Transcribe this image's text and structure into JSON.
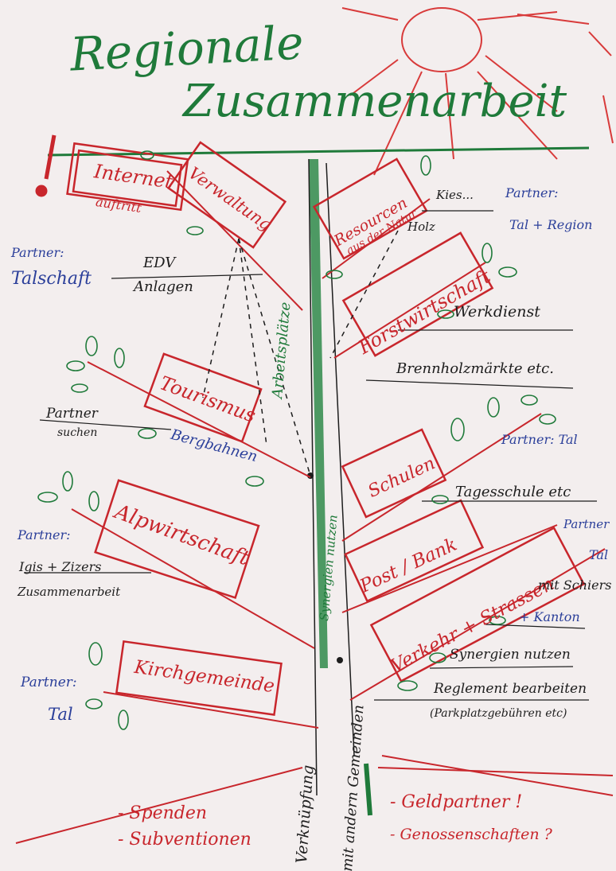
{
  "title": {
    "line1": "Regionale",
    "line2": "Zusammenarbeit"
  },
  "trunk": {
    "arbeitsplaetze": "Arbeitsplätze",
    "synergien": "Synergien nutzen",
    "verknuepfung": "Verknüpfung",
    "gemeinden": "mit andern Gemeinden"
  },
  "left_branches": {
    "internet": "Internet",
    "auftritt": "auftritt",
    "verwaltung": "Verwaltung",
    "partner_talschaft_label": "Partner:",
    "partner_talschaft_value": "Talschaft",
    "edv": "EDV",
    "anlagen": "Anlagen",
    "tourismus": "Tourismus",
    "partner_suchen_1": "Partner",
    "partner_suchen_2": "suchen",
    "bergbahnen": "Bergbahnen",
    "alpwirtschaft": "Alpwirtschaft",
    "partner_igis_label": "Partner:",
    "igis": "Igis + Zizers",
    "zusammenarbeit": "Zusammenarbeit",
    "kirchgemeinde": "Kirchgemeinde",
    "partner_tal_label": "Partner:",
    "partner_tal_value": "Tal"
  },
  "right_branches": {
    "resourcen": "Resourcen",
    "aus_der_natur": "aus der Natur",
    "kies": "Kies...",
    "holz": "Holz",
    "partner_region_label": "Partner:",
    "partner_region_value": "Tal + Region",
    "forstwirtschaft": "Forstwirtschaft",
    "werkdienst": "Werkdienst",
    "brennholz": "Brennholzmärkte etc.",
    "partner_tal2": "Partner: Tal",
    "schulen": "Schulen",
    "tagesschule": "Tagesschule etc",
    "post_bank": "Post / Bank",
    "partner_tal3_label": "Partner",
    "partner_tal3_value": "Tal",
    "verkehr": "Verkehr + Strassen",
    "mit_schiers": "mit Schiers",
    "kanton": "+ Kanton",
    "synergien_nutzen": "Synergien nutzen",
    "reglement": "Reglement bearbeiten",
    "parkplatz": "(Parkplatzgebühren etc)"
  },
  "roots": {
    "spenden": "- Spenden",
    "subventionen": "- Subventionen",
    "geldpartner": "- Geldpartner !",
    "genossenschaften": "- Genossenschaften ?"
  },
  "colors": {
    "paper": "#f3eeee",
    "green": "#1f7a3a",
    "red": "#c8262c",
    "blue": "#2b3f9a",
    "black": "#1d1d1d"
  }
}
